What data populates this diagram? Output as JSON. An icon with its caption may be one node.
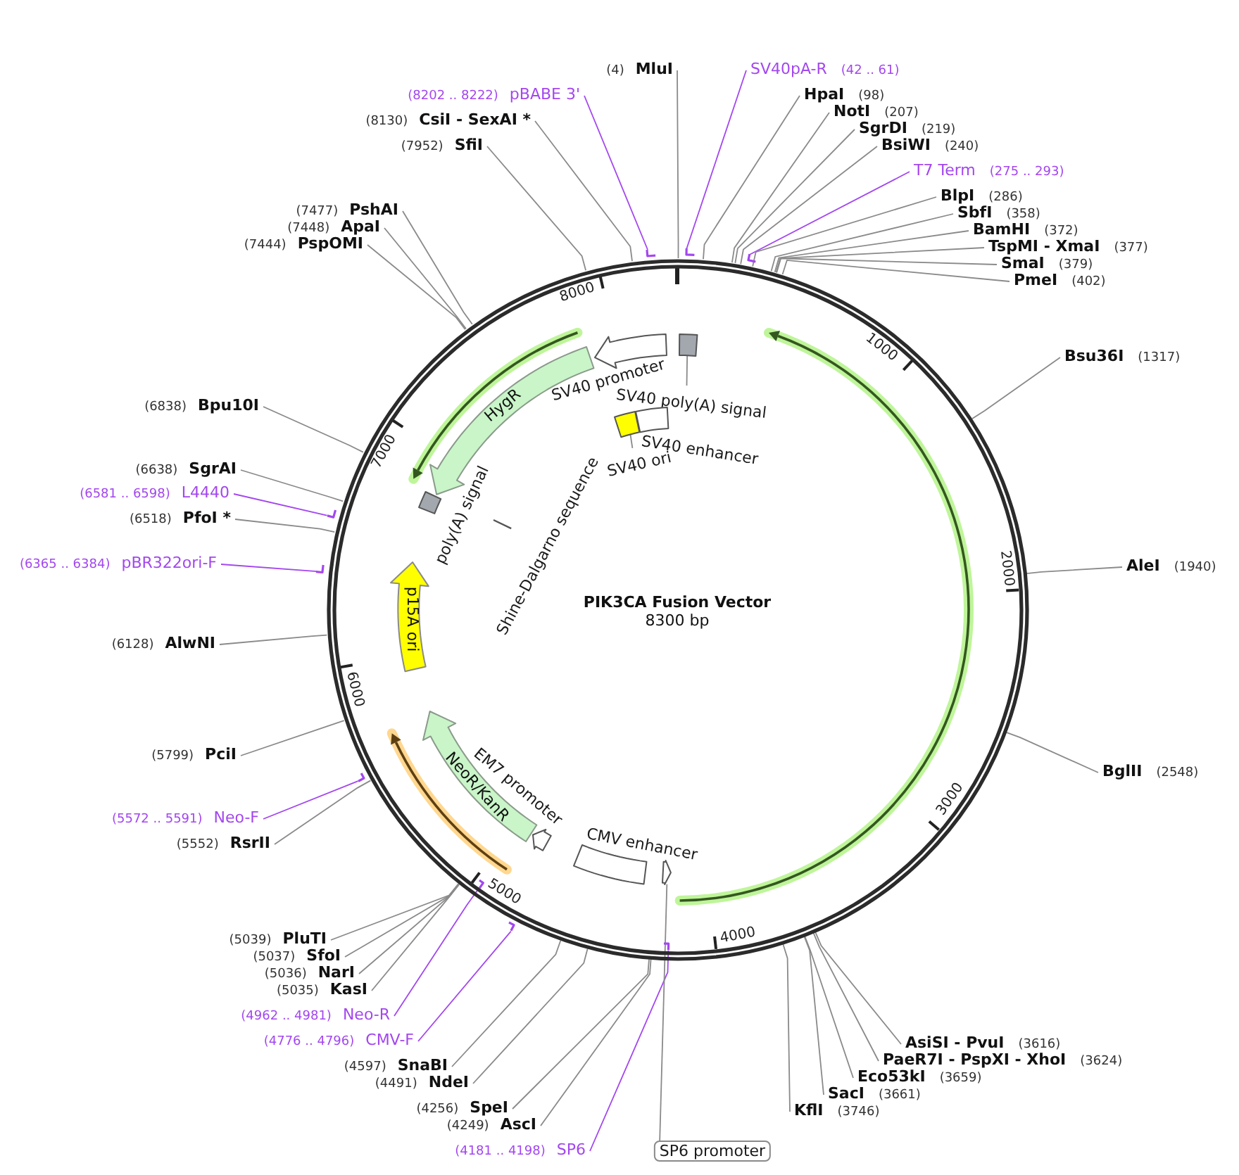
{
  "diagram": {
    "nodes": [
      {
        "text": [
          "PIK3CA Fusion Vector",
          "8300 bp"
        ]
      },
      {
        "text": [
          "(4)",
          "MluI"
        ]
      },
      {
        "text": [
          "SV40pA-R",
          "(42 .. 61)"
        ]
      },
      {
        "text": [
          "(8202 .. 8222)",
          "pBABE 3'"
        ]
      },
      {
        "text": [
          "HpaI",
          "(98)"
        ]
      },
      {
        "text": [
          "NotI",
          "(207)"
        ]
      },
      {
        "text": [
          "(8130)",
          "CsiI - SexAI *"
        ]
      },
      {
        "text": [
          "SgrDI",
          "(219)"
        ]
      },
      {
        "text": [
          "(7952)",
          "SfiI"
        ]
      },
      {
        "text": [
          "BsiWI",
          "(240)"
        ]
      },
      {
        "text": [
          "T7 Term",
          "(275 .. 293)"
        ]
      },
      {
        "text": [
          "BlpI",
          "(286)"
        ]
      },
      {
        "text": [
          "(7477)",
          "PshAI"
        ]
      },
      {
        "text": [
          "SbfI",
          "(358)"
        ]
      },
      {
        "text": [
          "(7448)",
          "ApaI"
        ]
      },
      {
        "text": [
          "BamHI",
          "(372)"
        ]
      },
      {
        "text": [
          "(7444)",
          "PspOMI"
        ]
      },
      {
        "text": [
          "TspMI - XmaI",
          "(377)"
        ]
      },
      {
        "text": [],
        "shape": "bar"
      },
      {
        "text": [],
        "shape": "bar"
      },
      {
        "text": [],
        "shape": "bar"
      },
      {
        "text": [
          "SmaI",
          "(379)"
        ]
      },
      {
        "text": [
          "PmeI",
          "(402)"
        ]
      },
      {
        "text": [],
        "shape": "arrow",
        "beside": [
          "SV40 promoter"
        ],
        "in": 0
      },
      {
        "text": [],
        "shape": "box",
        "in": 0
      },
      {
        "text": [
          "HygR"
        ],
        "in": 0
      },
      {
        "text": [
          "Bsu36I",
          "(1317)"
        ]
      },
      {
        "text": [
          "SV40 poly(A) signal"
        ],
        "in": 0
      },
      {
        "text": [
          "(6838)",
          "Bpu10I"
        ]
      },
      {
        "text": [],
        "shape": "box",
        "in": 0
      },
      {
        "text": [],
        "shape": "box",
        "beside": [
          "SV40 enhancer"
        ],
        "in": 0
      },
      {
        "text": [
          "SV40 ori"
        ],
        "in": 0
      },
      {
        "text": [
          "(6638)",
          "SgrAI"
        ]
      },
      {
        "text": [
          "(6581 .. 6598)",
          "L4440"
        ]
      },
      {
        "text": [],
        "shape": "box",
        "beside": [
          "poly(A) signal"
        ],
        "in": 0
      },
      {
        "text": [],
        "shape": "bar"
      },
      {
        "text": [
          "(6518)",
          "PfoI *"
        ]
      },
      {
        "text": [],
        "shape": "bar",
        "beside": [
          "Shine-Dalgarno sequence"
        ],
        "in": 0
      },
      {
        "text": [
          "(6365 .. 6384)",
          "pBR322ori-F"
        ]
      },
      {
        "text": [
          "p15A ori"
        ],
        "in": 0
      },
      {
        "text": [],
        "shape": "bar"
      },
      {
        "text": [
          "AleI",
          "(1940)"
        ]
      },
      {
        "text": [
          "(6128)",
          "AlwNI"
        ]
      },
      {
        "text": [
          "NeoR/KanR"
        ],
        "in": 0
      },
      {
        "text": [
          "(5799)",
          "PciI"
        ]
      },
      {
        "text": [
          "BglII",
          "(2548)"
        ]
      },
      {
        "text": [],
        "shape": "bar"
      },
      {
        "text": [
          "(5572 .. 5591)",
          "Neo-F"
        ]
      },
      {
        "text": [],
        "shape": "arrow",
        "beside": [
          "EM7 promoter"
        ],
        "in": 0
      },
      {
        "text": [
          "(5552)",
          "RsrII"
        ]
      },
      {
        "text": [],
        "shape": "box",
        "beside": [
          "CMV enhancer"
        ],
        "in": 0
      },
      {
        "text": [],
        "shape": "arrow",
        "in": 0
      },
      {
        "text": [],
        "shape": "bar",
        "in": 0
      },
      {
        "text": [],
        "shape": "bar"
      },
      {
        "text": [
          "(5039)",
          "PluTI"
        ]
      },
      {
        "text": [
          "(5037)",
          "SfoI"
        ]
      },
      {
        "text": [
          "(5036)",
          "NarI"
        ]
      },
      {
        "text": [],
        "shape": "bar",
        "in": 0
      },
      {
        "text": [
          "(5035)",
          "KasI"
        ]
      },
      {
        "text": [
          "(4962 .. 4981)",
          "Neo-R"
        ]
      },
      {
        "text": [
          "(4776 .. 4796)",
          "CMV-F"
        ]
      },
      {
        "text": [
          "AsiSI - PvuI",
          "(3616)"
        ]
      },
      {
        "text": [
          "PaeR7I - PspXI - XhoI",
          "(3624)"
        ]
      },
      {
        "text": [
          "(4597)",
          "SnaBI"
        ]
      },
      {
        "text": [
          "Eco53kI",
          "(3659)"
        ]
      },
      {
        "text": [
          "(4491)",
          "NdeI"
        ]
      },
      {
        "text": [
          "SacI",
          "(3661)"
        ]
      },
      {
        "text": [
          "(4256)",
          "SpeI"
        ]
      },
      {
        "text": [
          "KflI",
          "(3746)"
        ]
      },
      {
        "text": [
          "(4249)",
          "AscI"
        ]
      },
      {
        "text": [
          "(4181 .. 4198)",
          "SP6"
        ]
      },
      {
        "text": [
          "SP6 promoter"
        ]
      }
    ],
    "edges": [
      {
        "from": 1,
        "to": 0,
        "arrow": "none"
      },
      {
        "from": 2,
        "to": 19,
        "arrow": "none",
        "color": "#a347ef"
      },
      {
        "from": 3,
        "to": 18,
        "arrow": "none",
        "color": "#a347ef"
      },
      {
        "from": 4,
        "to": 0,
        "arrow": "none"
      },
      {
        "from": 5,
        "to": 0,
        "arrow": "none"
      },
      {
        "from": 6,
        "to": 0,
        "arrow": "none"
      },
      {
        "from": 7,
        "to": 0,
        "arrow": "none"
      },
      {
        "from": 8,
        "to": 0,
        "arrow": "none"
      },
      {
        "from": 9,
        "to": 0,
        "arrow": "none"
      },
      {
        "from": 10,
        "to": 20,
        "arrow": "none",
        "color": "#a347ef"
      },
      {
        "from": 11,
        "to": 0,
        "arrow": "none"
      },
      {
        "from": 12,
        "to": 0,
        "arrow": "none"
      },
      {
        "from": 13,
        "to": 0,
        "arrow": "none"
      },
      {
        "from": 14,
        "to": 0,
        "arrow": "none"
      },
      {
        "from": 15,
        "to": 0,
        "arrow": "none"
      },
      {
        "from": 16,
        "to": 0,
        "arrow": "none"
      },
      {
        "from": 17,
        "to": 0,
        "arrow": "none"
      },
      {
        "from": 21,
        "to": 0,
        "arrow": "none"
      },
      {
        "from": 22,
        "to": 0,
        "arrow": "none"
      },
      {
        "from": 26,
        "to": 0,
        "arrow": "none"
      },
      {
        "from": 27,
        "to": 24,
        "arrow": "none"
      },
      {
        "from": 28,
        "to": 0,
        "arrow": "none"
      },
      {
        "from": 31,
        "to": 29,
        "arrow": "none"
      },
      {
        "from": 32,
        "to": 0,
        "arrow": "none"
      },
      {
        "from": 33,
        "to": 35,
        "arrow": "none",
        "color": "#a347ef"
      },
      {
        "from": 36,
        "to": 0,
        "arrow": "none"
      },
      {
        "from": 38,
        "to": 40,
        "arrow": "none",
        "color": "#a347ef"
      },
      {
        "from": 41,
        "to": 0,
        "arrow": "none"
      },
      {
        "from": 42,
        "to": 0,
        "arrow": "none"
      },
      {
        "from": 44,
        "to": 0,
        "arrow": "none"
      },
      {
        "from": 45,
        "to": 0,
        "arrow": "none"
      },
      {
        "from": 47,
        "to": 46,
        "arrow": "none",
        "color": "#a347ef"
      },
      {
        "from": 49,
        "to": 0,
        "arrow": "none"
      },
      {
        "from": 54,
        "to": 0,
        "arrow": "none"
      },
      {
        "from": 55,
        "to": 0,
        "arrow": "none"
      },
      {
        "from": 56,
        "to": 0,
        "arrow": "none"
      },
      {
        "from": 58,
        "to": 0,
        "arrow": "none"
      },
      {
        "from": 59,
        "to": 52,
        "arrow": "none",
        "color": "#a347ef"
      },
      {
        "from": 60,
        "to": 53,
        "arrow": "none",
        "color": "#a347ef"
      },
      {
        "from": 61,
        "to": 0,
        "arrow": "none"
      },
      {
        "from": 62,
        "to": 0,
        "arrow": "none"
      },
      {
        "from": 63,
        "to": 0,
        "arrow": "none"
      },
      {
        "from": 64,
        "to": 0,
        "arrow": "none"
      },
      {
        "from": 65,
        "to": 0,
        "arrow": "none"
      },
      {
        "from": 66,
        "to": 0,
        "arrow": "none"
      },
      {
        "from": 67,
        "to": 0,
        "arrow": "none"
      },
      {
        "from": 68,
        "to": 0,
        "arrow": "none"
      },
      {
        "from": 69,
        "to": 0,
        "arrow": "none"
      },
      {
        "from": 70,
        "to": 57,
        "arrow": "none",
        "color": "#a347ef"
      },
      {
        "from": 71,
        "to": 51,
        "arrow": "none"
      }
    ],
    "labels": [
      "8000",
      "1000",
      "7000",
      "2000",
      "6000",
      "3000",
      "5000",
      "4000"
    ]
  }
}
